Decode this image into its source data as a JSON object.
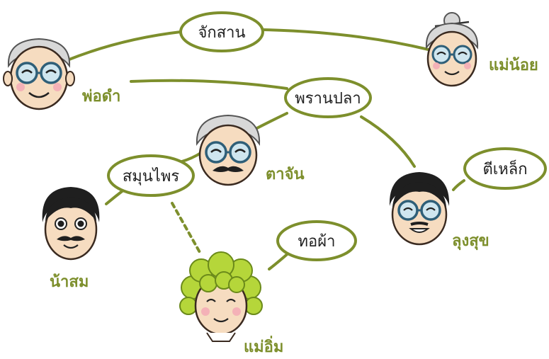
{
  "diagram": {
    "colors": {
      "line": "#7d8f2c",
      "bubble_stroke": "#7d8f2c",
      "name_text": "#7d8f2c",
      "skin": "#f6dcc0",
      "hair_gray": "#d8d8d8",
      "hair_black": "#1f1f1f",
      "hair_green": "#b5d63a",
      "glasses": "#79b4c8"
    },
    "bubbles": {
      "chaksan": "จักสาน",
      "pranpla": "พรานปลา",
      "samunprai": "สมุนไพร",
      "tilek": "ตีเหล็ก",
      "thopha": "ทอผ้า"
    },
    "people": {
      "phodam": "พ่อดำ",
      "maenoi": "แม่น้อย",
      "tajan": "ตาจัน",
      "lungsuk": "ลุงสุข",
      "nasom": "น้าสม",
      "maeim": "แม่อิ่ม"
    },
    "icons": [
      "grandpa-glasses",
      "grandma-bun-glasses",
      "elder-mustache-glasses",
      "man-glasses",
      "man-mustache",
      "woman-curly-green-hair"
    ]
  }
}
